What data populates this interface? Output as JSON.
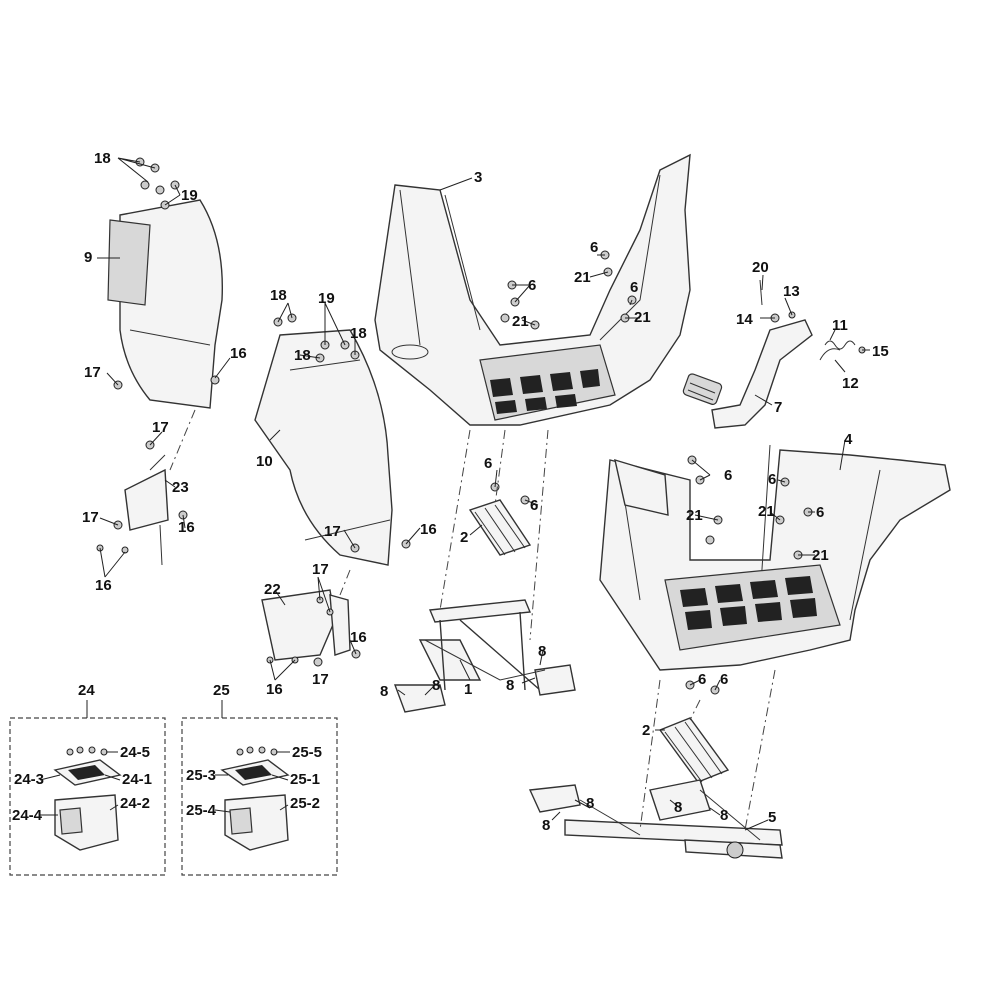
{
  "callouts": {
    "c1": "1",
    "c2a": "2",
    "c2b": "2",
    "c3": "3",
    "c4": "4",
    "c5": "5",
    "c6": "6",
    "c7": "7",
    "c8": "8",
    "c9": "9",
    "c10": "10",
    "c11": "11",
    "c12": "12",
    "c13": "13",
    "c14": "14",
    "c15": "15",
    "c16": "16",
    "c17": "17",
    "c18": "18",
    "c19": "19",
    "c20": "20",
    "c21": "21",
    "c22": "22",
    "c23": "23",
    "c24": "24",
    "c24_1": "24-1",
    "c24_2": "24-2",
    "c24_3": "24-3",
    "c24_4": "24-4",
    "c24_5": "24-5",
    "c25": "25",
    "c25_1": "25-1",
    "c25_2": "25-2",
    "c25_3": "25-3",
    "c25_4": "25-4",
    "c25_5": "25-5"
  },
  "colors": {
    "line": "#333333",
    "fill": "#f4f4f4",
    "dark": "#222222",
    "background": "#ffffff"
  }
}
